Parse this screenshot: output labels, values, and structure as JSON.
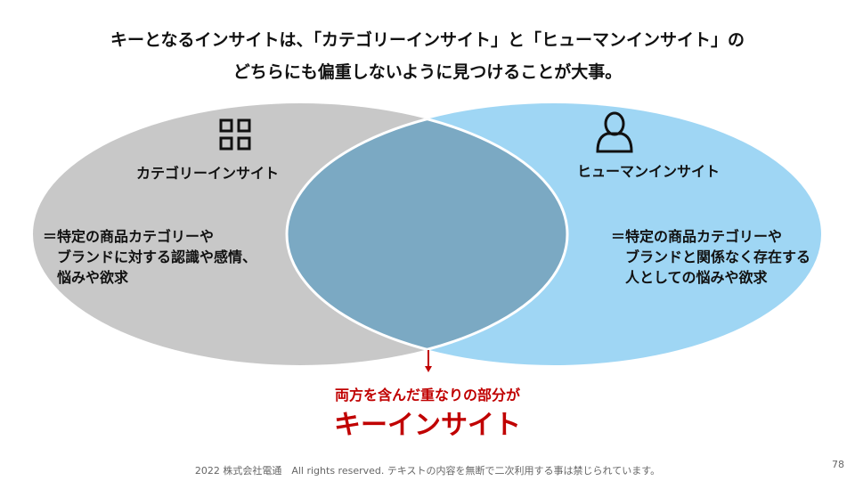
{
  "title": {
    "line1": "キーとなるインサイトは、「カテゴリーインサイト」と「ヒューマンインサイト」の",
    "line2": "どちらにも偏重しないように見つけることが大事。"
  },
  "left": {
    "icon": "grid-icon",
    "label": "カテゴリーインサイト",
    "desc": [
      "＝特定の商品カテゴリーや",
      "　ブランドに対する認識や感情、",
      "　悩みや欲求"
    ],
    "color": "#c8c8c8"
  },
  "right": {
    "icon": "person-icon",
    "label": "ヒューマンインサイト",
    "desc": [
      "＝特定の商品カテゴリーや",
      "　ブランドと関係なく存在する",
      "　人としての悩みや欲求"
    ],
    "color": "#9fd6f4"
  },
  "overlap": {
    "color": "#7ba9c3",
    "sub": "両方を含んだ重なりの部分が",
    "main": "キーインサイト",
    "accent": "#c00000"
  },
  "footer": {
    "text": "2022 株式会社電通　All rights reserved. テキストの内容を無断で二次利用する事は禁じられています。",
    "page": "78"
  }
}
